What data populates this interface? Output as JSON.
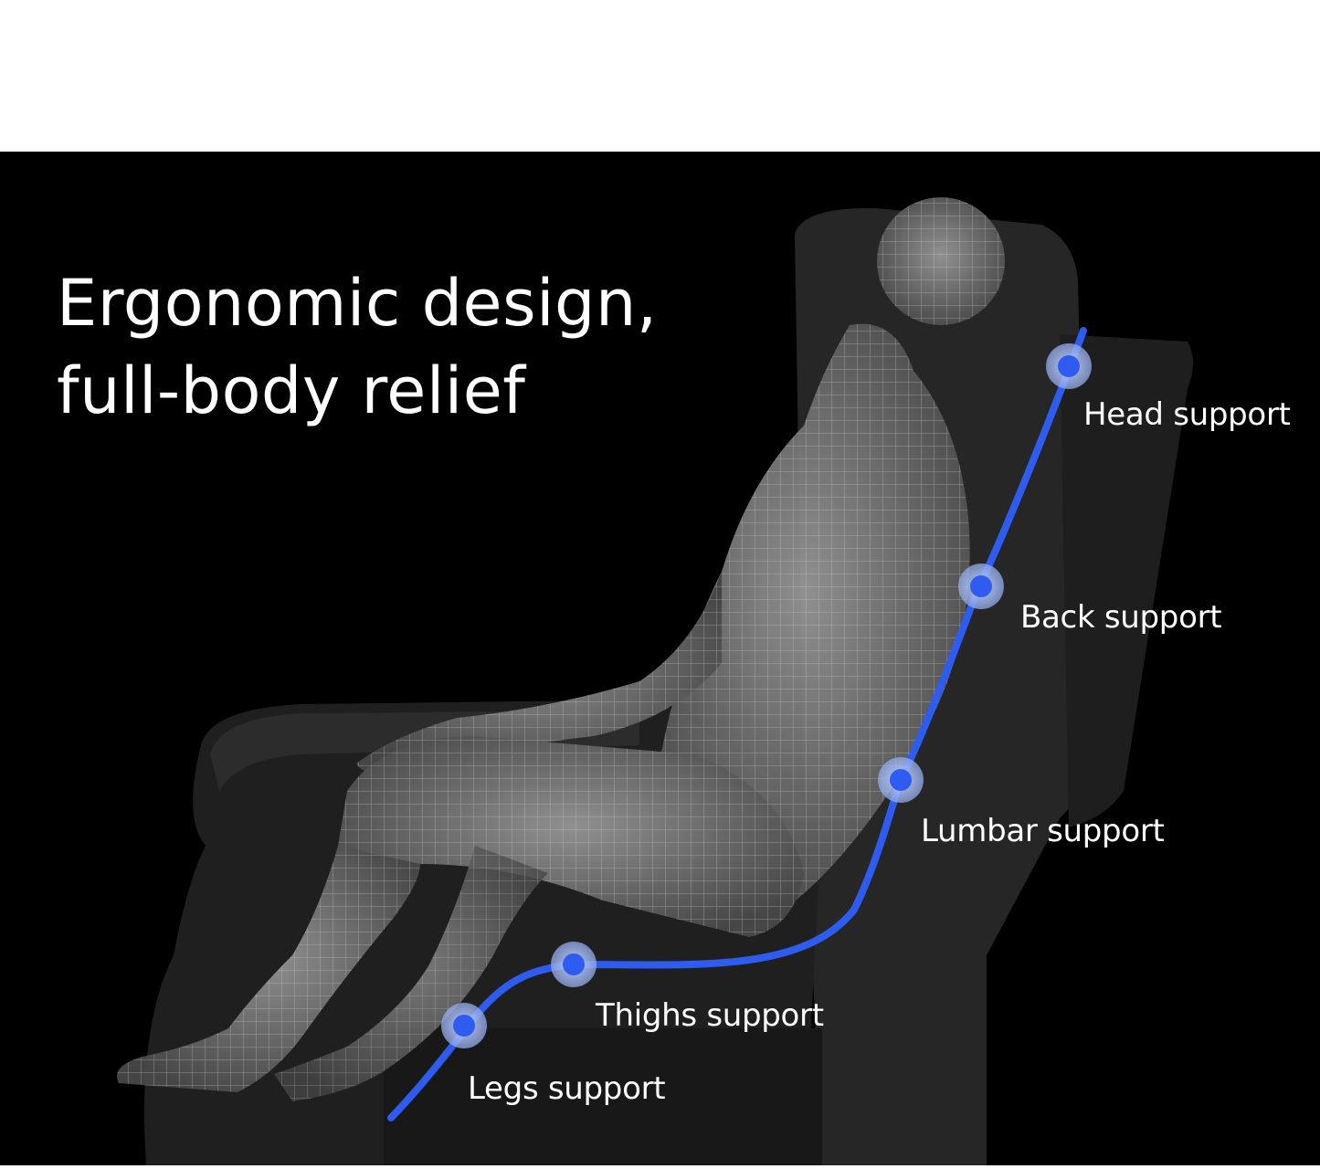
{
  "headline": {
    "line1": "Ergonomic design,",
    "line2": "full-body relief"
  },
  "support_points": [
    {
      "label": "Head support"
    },
    {
      "label": "Back support"
    },
    {
      "label": "Lumbar support"
    },
    {
      "label": "Thighs support"
    },
    {
      "label": "Legs support"
    }
  ],
  "colors": {
    "background": "#000000",
    "accent": "#2e5cf0",
    "text": "#ffffff",
    "chair": "#2a2a2a"
  }
}
